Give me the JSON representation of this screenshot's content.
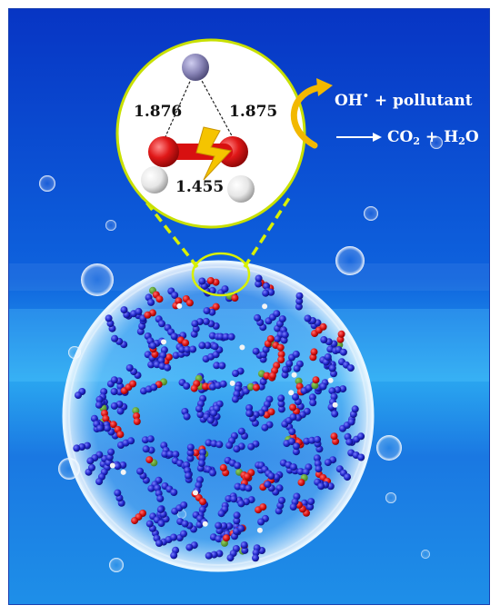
{
  "zoom_inset": {
    "distances": [
      "1.876",
      "1.875",
      "1.455"
    ]
  },
  "reaction": {
    "line1": {
      "radical": "OH",
      "radical_dot": "•",
      "plus_reactant": "+ pollutant"
    },
    "line2": {
      "product_1": "CO",
      "product_1_sub": "2",
      "plus": "+",
      "product_2_a": "H",
      "product_2_sub": "2",
      "product_2_b": "O"
    }
  },
  "colors": {
    "background_top": "#0a3fd0",
    "background_bottom": "#2fb0ee",
    "dashed_line": "#d8f000",
    "curved_arrow": "#f2b800",
    "oxygen_atom": "#e01818",
    "hydrogen_atom": "#f2f2f2",
    "metal_atom": "#8a86b8",
    "nitrogen_like_atom": "#1f24c8"
  }
}
